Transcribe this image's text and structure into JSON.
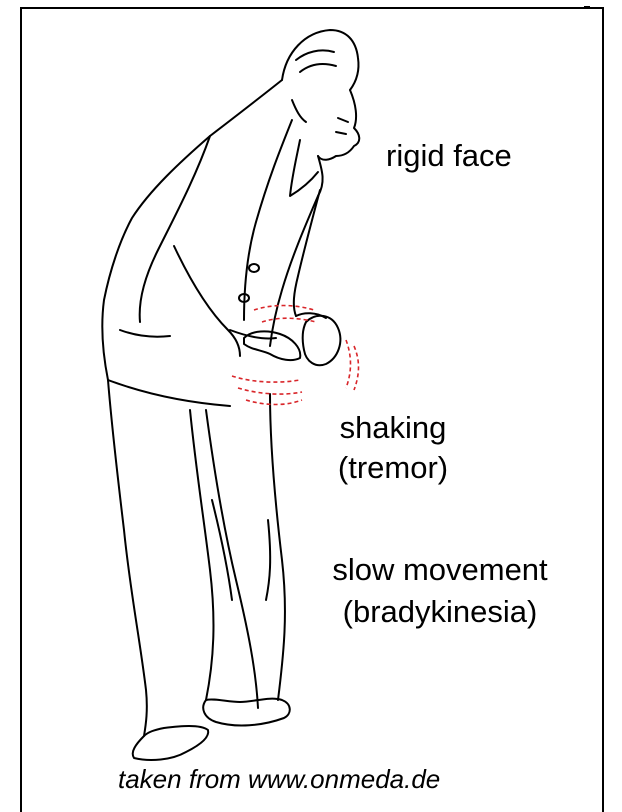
{
  "annotations": {
    "face": "rigid face",
    "tremor_line1": "shaking",
    "tremor_line2": "(tremor)",
    "movement_line1": "slow movement",
    "movement_line2": "(bradykinesia)"
  },
  "credit": "taken from www.onmeda.de",
  "colors": {
    "line": "#000000",
    "tremor_marks": "#d9262a",
    "background": "#ffffff"
  }
}
